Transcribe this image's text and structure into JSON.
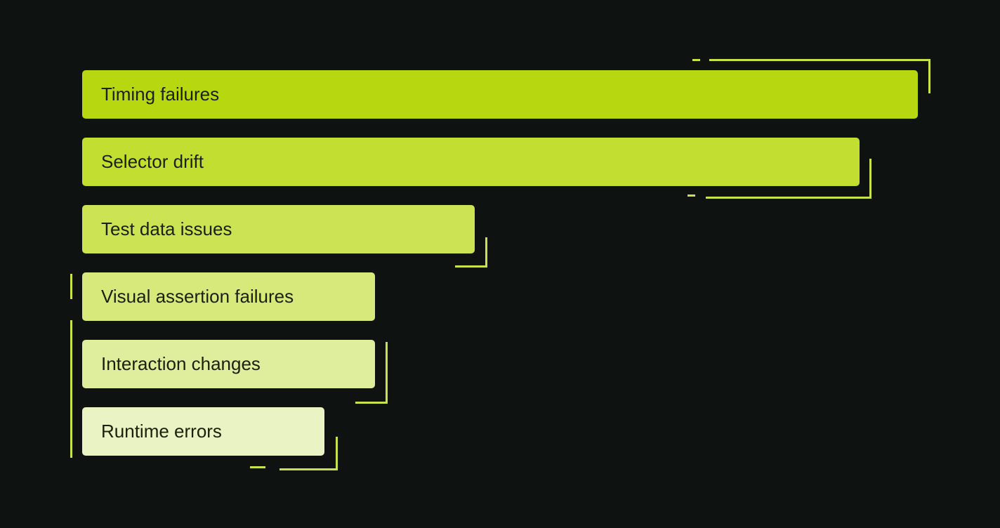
{
  "chart_data": {
    "type": "bar",
    "orientation": "horizontal",
    "title": "",
    "xlabel": "",
    "ylabel": "",
    "axis_ticks": "none",
    "grid": false,
    "legend": "none",
    "categories": [
      "Timing failures",
      "Selector drift",
      "Test data issues",
      "Visual assertion failures",
      "Interaction changes",
      "Runtime errors"
    ],
    "values": [
      100,
      93,
      47,
      35,
      35,
      29
    ],
    "value_note": "relative bar lengths; no numeric axis shown",
    "bar_colors": [
      "#b7d711",
      "#c2df31",
      "#cce453",
      "#d6e97a",
      "#dfee9d",
      "#eaf3c3"
    ],
    "label_color": "#19210a",
    "background_color": "#0e1210",
    "accent_color": "#c9e14a"
  }
}
